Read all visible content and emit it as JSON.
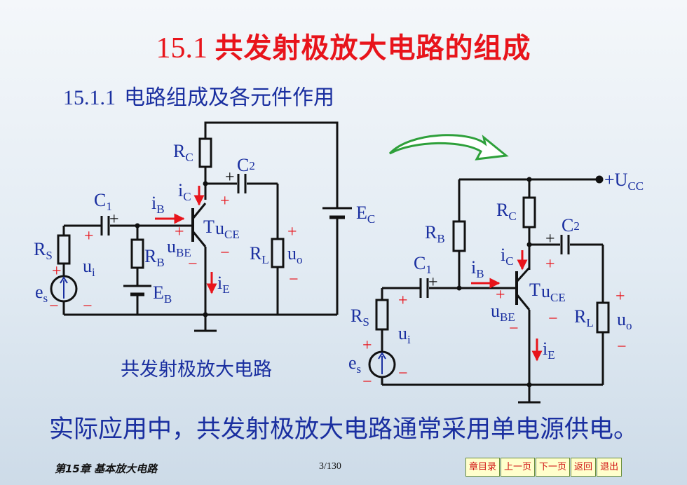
{
  "title": {
    "number": "15.1",
    "text": "共发射极放大电路的组成"
  },
  "subtitle": {
    "number": "15.1.1",
    "text": "电路组成及各元件作用"
  },
  "left_circuit": {
    "caption": "共发射极放大电路",
    "labels": {
      "RC": [
        "R",
        "C"
      ],
      "C2": [
        "C",
        "2"
      ],
      "C1": [
        "C",
        "1"
      ],
      "EC": [
        "E",
        "C"
      ],
      "iB": [
        "i",
        "B"
      ],
      "iC": [
        "i",
        "C"
      ],
      "iE": [
        "i",
        "E"
      ],
      "RS": [
        "R",
        "S"
      ],
      "RB": [
        "R",
        "B"
      ],
      "RL": [
        "R",
        "L"
      ],
      "EB": [
        "E",
        "B"
      ],
      "uBE": [
        "u",
        "BE"
      ],
      "uCE": [
        "u",
        "CE"
      ],
      "ui": [
        "u",
        "i"
      ],
      "uo": [
        "u",
        "o"
      ],
      "es": [
        "e",
        "s"
      ],
      "T": "T",
      "plus": "+",
      "minus": "−"
    }
  },
  "right_circuit": {
    "supply": [
      "+U",
      "CC"
    ]
  },
  "bottom_text": "实际应用中，共发射极放大电路通常采用单电源供电。",
  "footer": {
    "chapter": "第15章 基本放大电路",
    "page": "3/130",
    "nav": [
      "章目录",
      "上一页",
      "下一页",
      "返回",
      "退出"
    ]
  },
  "colors": {
    "title_red": "#e8141b",
    "text_blue": "#1a2fa0",
    "arrow_green": "#2ea03a",
    "arrow_red": "#e8141b"
  }
}
